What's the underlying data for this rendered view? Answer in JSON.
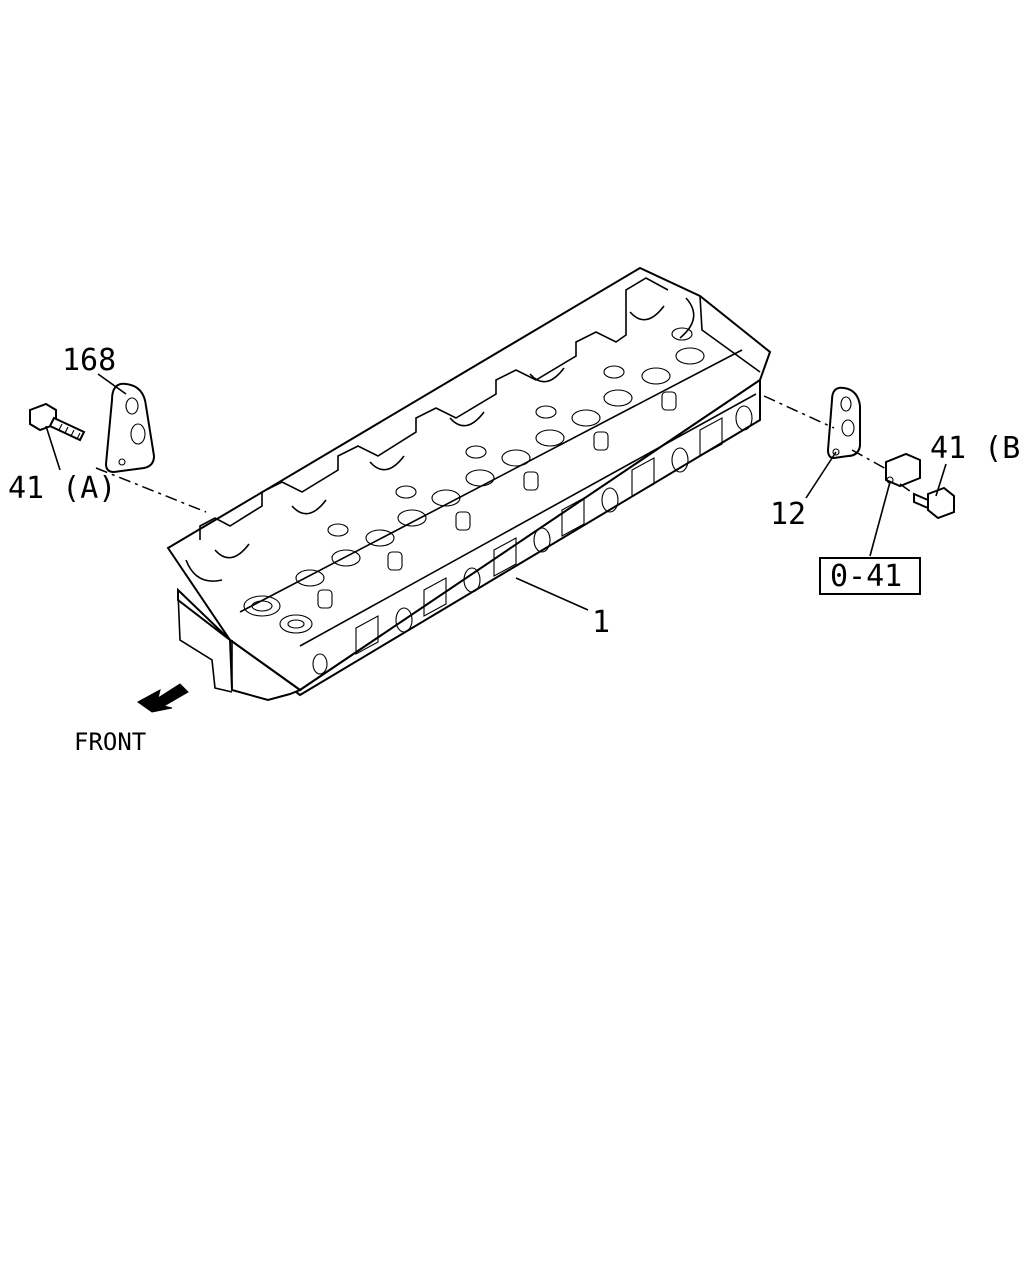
{
  "labels": {
    "part_1": "1",
    "part_12": "12",
    "part_168": "168",
    "part_41_a": "41 (A)",
    "part_41_b": "41 (B)",
    "ref_box": "0-41",
    "front": "FRONT"
  }
}
